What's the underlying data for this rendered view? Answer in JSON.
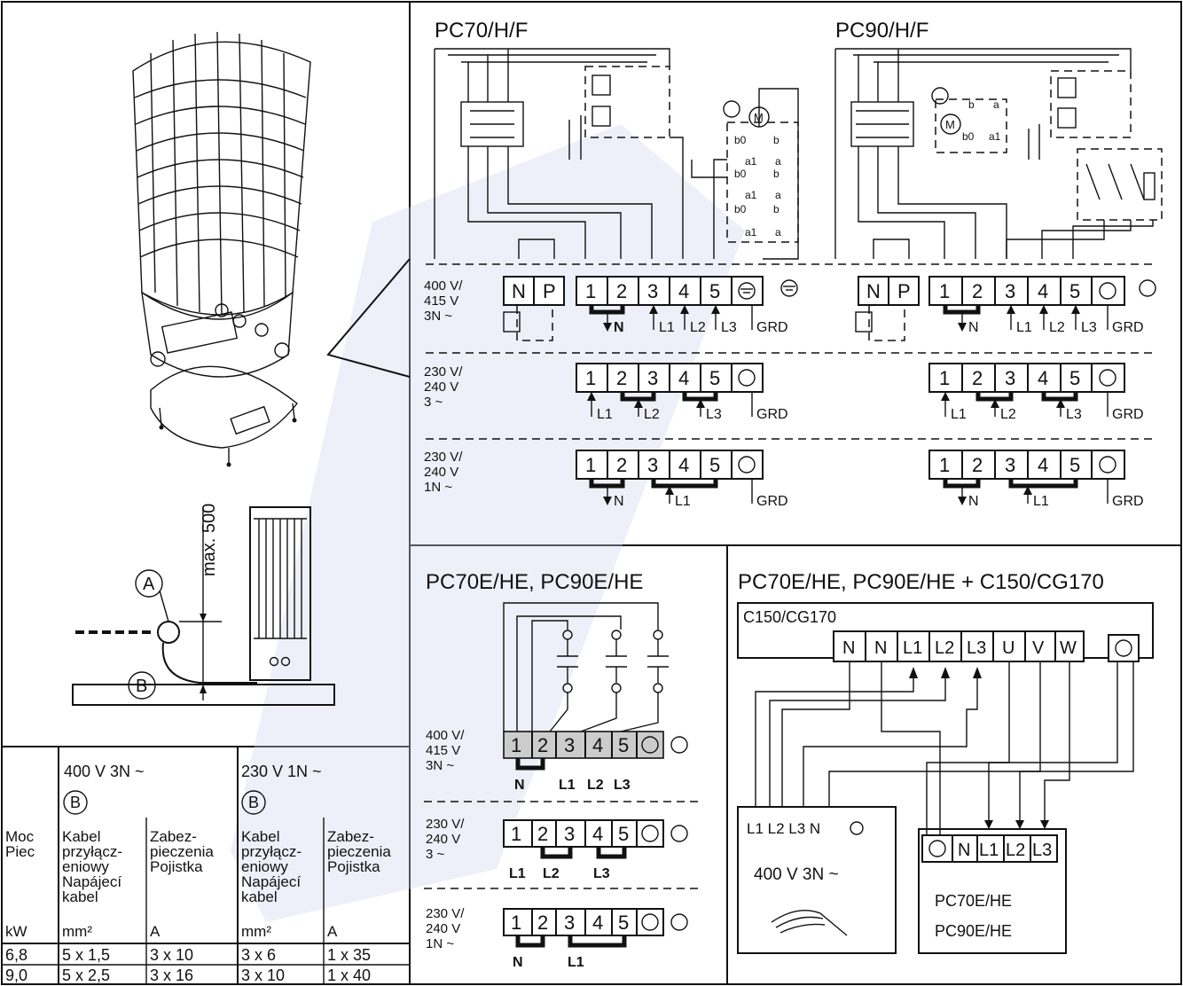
{
  "diagrams": {
    "top_left_title": "PC70/H/F",
    "top_right_title": "PC90/H/F",
    "bottom_mid_title": "PC70E/HE, PC90E/HE",
    "bottom_right_title": "PC70E/HE, PC90E/HE + C150/CG170"
  },
  "dimension_label": "max. 500",
  "cable_marks": {
    "a": "A",
    "b": "B"
  },
  "terminals": {
    "n": "N",
    "p": "P",
    "t1": "1",
    "t2": "2",
    "t3": "3",
    "t4": "4",
    "t5": "5",
    "grd": "GRD"
  },
  "phases": {
    "l1": "L1",
    "l2": "L2",
    "l3": "L3",
    "n": "N"
  },
  "voltage_rows": {
    "r400_1": "400 V/",
    "r400_2": "415 V",
    "r400_3": "3N ~",
    "r230a_1": "230 V/",
    "r230a_2": "240 V",
    "r230a_3": "3 ~",
    "r230b_1": "230 V/",
    "r230b_2": "240 V",
    "r230b_3": "1N ~"
  },
  "relay": {
    "a": "a",
    "a1": "a1",
    "b": "b",
    "b0": "b0",
    "m": "M"
  },
  "controller": {
    "title": "C150/CG170",
    "terms": [
      "N",
      "N",
      "L1",
      "L2",
      "L3",
      "U",
      "V",
      "W"
    ]
  },
  "supply": {
    "terms": "L1 L2 L3 N",
    "label": "400 V 3N ~"
  },
  "heater_box": {
    "terms": [
      "N",
      "L1",
      "L2",
      "L3"
    ],
    "line1": "PC70E/HE",
    "line2": "PC90E/HE"
  },
  "table": {
    "group1": "400 V 3N ~",
    "group2": "230 V 1N ~",
    "b_mark": "B",
    "col1_h": [
      "Moc",
      "Piec"
    ],
    "col2_h": [
      "Kabel",
      "przyłącz-",
      "eniowy",
      "Napájecí",
      "kabel"
    ],
    "col3_h": [
      "Zabez-",
      "pieczenia",
      "Pojistka"
    ],
    "units": [
      "kW",
      "mm²",
      "A",
      "mm²",
      "A"
    ],
    "rows": [
      [
        "6,8",
        "5 x 1,5",
        "3 x 10",
        "3 x 6",
        "1 x 35"
      ],
      [
        "9,0",
        "5 x 2,5",
        "3 x 16",
        "3 x 10",
        "1 x 40"
      ]
    ]
  }
}
